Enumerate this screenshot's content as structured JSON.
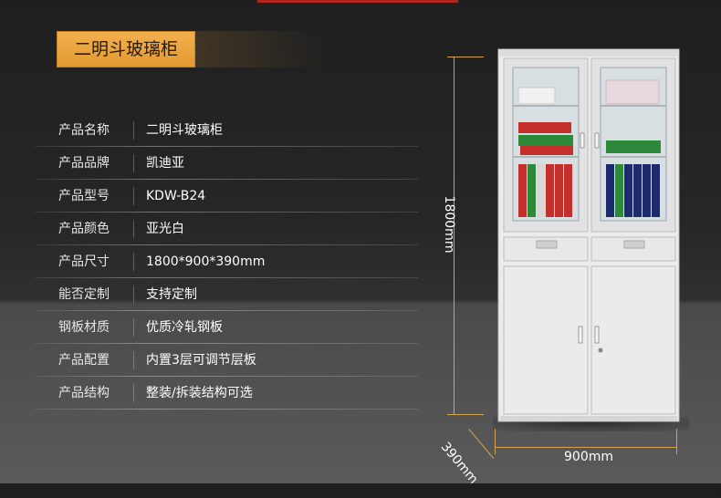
{
  "title": "二明斗玻璃柜",
  "specs": [
    {
      "label": "产品名称",
      "value": "二明斗玻璃柜"
    },
    {
      "label": "产品品牌",
      "value": "凯迪亚"
    },
    {
      "label": "产品型号",
      "value": "KDW-B24"
    },
    {
      "label": "产品颜色",
      "value": "亚光白"
    },
    {
      "label": "产品尺寸",
      "value": "1800*900*390mm"
    },
    {
      "label": "能否定制",
      "value": "支持定制"
    },
    {
      "label": "钢板材质",
      "value": "优质冷轧钢板"
    },
    {
      "label": "产品配置",
      "value": "内置3层可调节层板"
    },
    {
      "label": "产品结构",
      "value": "整装/拆装结构可选"
    }
  ],
  "dimensions": {
    "height": "1800mm",
    "width": "900mm",
    "depth": "390mm"
  },
  "colors": {
    "accent": "#e29a32",
    "top_line": "#b3261e",
    "dimension_line": "#d4a44c"
  }
}
